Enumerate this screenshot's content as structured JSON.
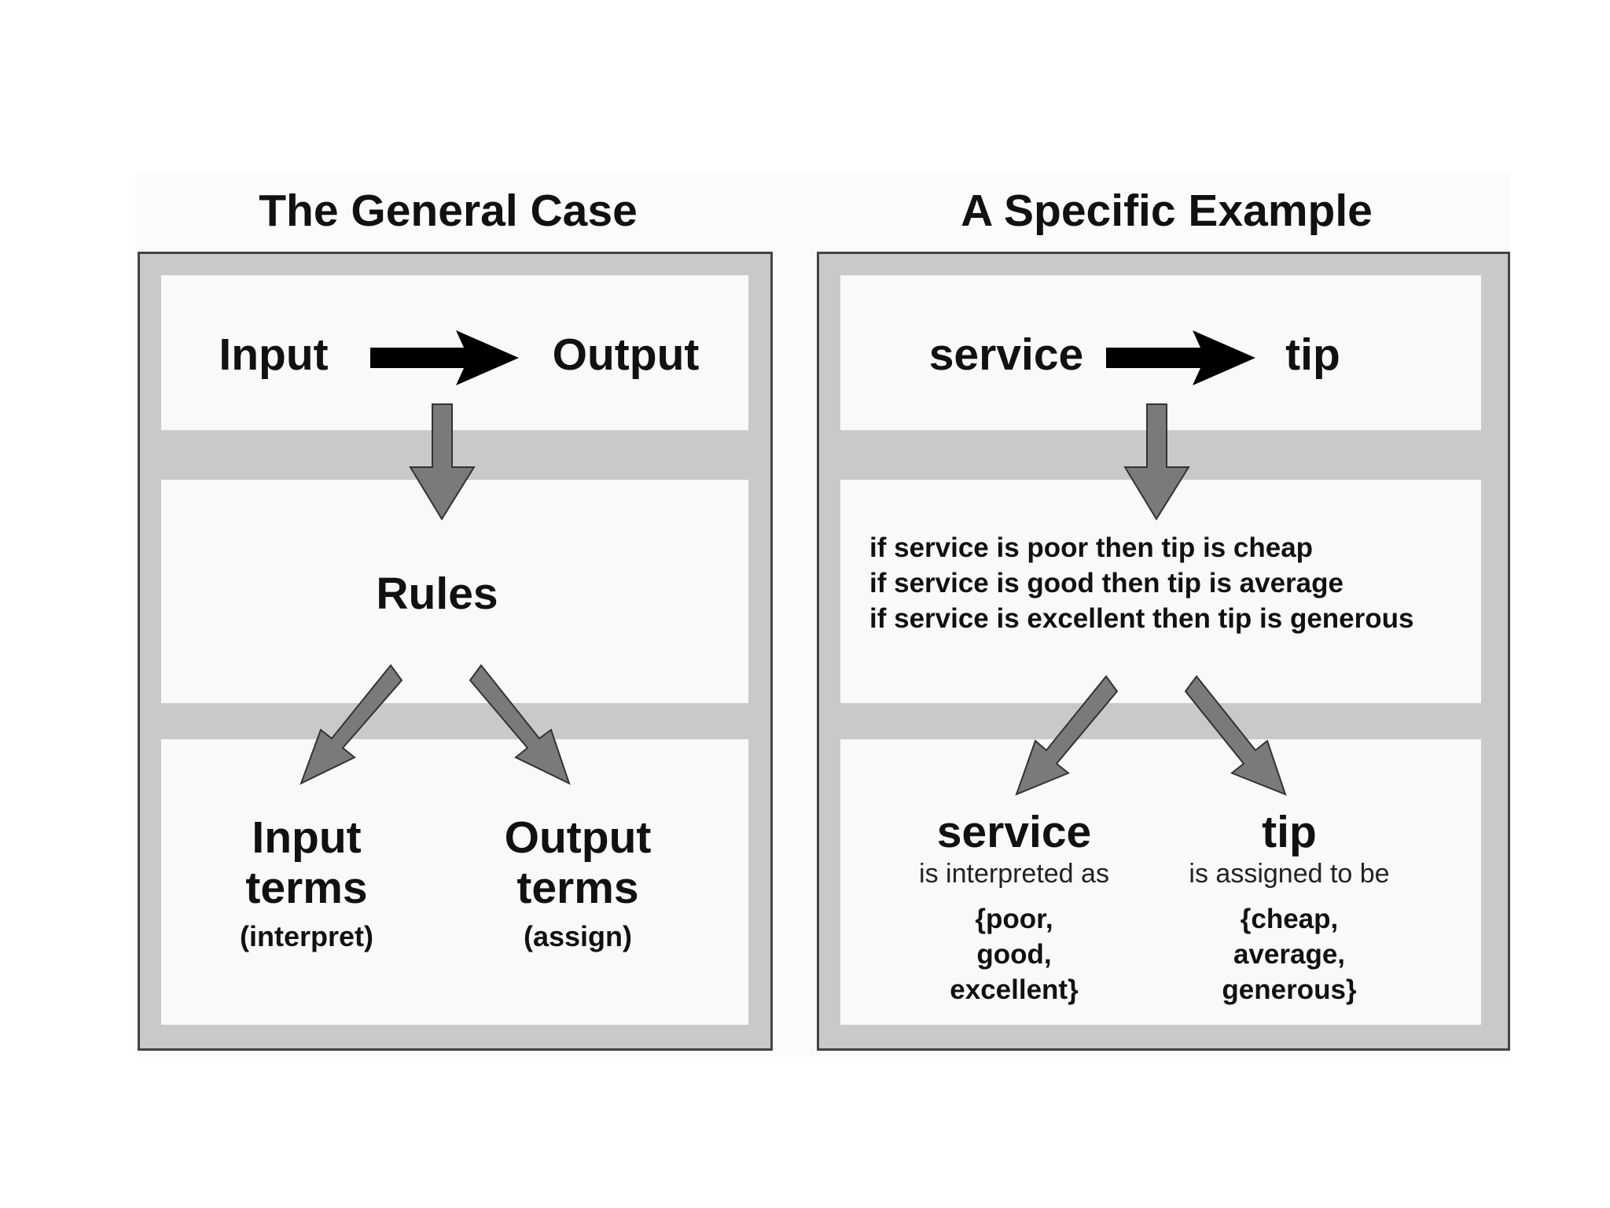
{
  "left": {
    "title": "The General Case",
    "input": "Input",
    "output": "Output",
    "rules": "Rules",
    "input_terms": [
      "Input",
      "terms"
    ],
    "input_terms_note": "(interpret)",
    "output_terms": [
      "Output",
      "terms"
    ],
    "output_terms_note": "(assign)"
  },
  "right": {
    "title": "A Specific Example",
    "input": "service",
    "output": "tip",
    "rules": [
      "if service is poor then tip is cheap",
      "if service is good then tip is average",
      "if service is excellent then tip is generous"
    ],
    "input_term": "service",
    "input_term_note": "is interpreted as",
    "input_set": [
      "{poor,",
      "good,",
      "excellent}"
    ],
    "output_term": "tip",
    "output_term_note": "is assigned to be",
    "output_set": [
      "{cheap,",
      "average,",
      "generous}"
    ]
  },
  "colors": {
    "frame_fill": "#c9c9c9",
    "box_fill": "#f9f9f9",
    "border": "#444444",
    "arrow_gray": "#7a7a7a",
    "arrow_black": "#000000"
  }
}
